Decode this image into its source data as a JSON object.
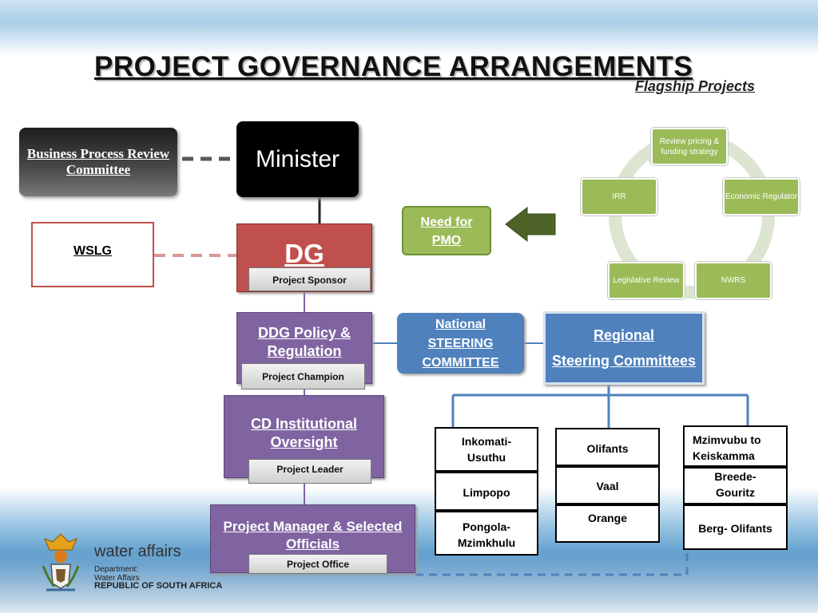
{
  "header": {
    "title": "PROJECT GOVERNANCE ARRANGEMENTS",
    "subtitle": "Flagship Projects"
  },
  "left": {
    "business_process": "Business Process Review Committee",
    "wslg": "WSLG"
  },
  "hierarchy": {
    "minister": "Minister",
    "dg": "DG",
    "dg_role": "Project Sponsor",
    "ddg_line1": "DDG Policy &",
    "ddg_line2": "Regulation",
    "ddg_role": "Project Champion",
    "cd_line1": "CD Institutional",
    "cd_line2": "Oversight",
    "cd_role": "Project Leader",
    "pm_line1": "Project Manager & Selected",
    "pm_line2": "Officials",
    "pm_role": "Project Office"
  },
  "pmo": {
    "line1": "Need for",
    "line2": "PMO"
  },
  "steering": {
    "national_line1": "National",
    "national_line2": "STEERING",
    "national_line3": "COMMITTEE",
    "regional_line1": "Regional",
    "regional_line2": "Steering Committees"
  },
  "catchments": {
    "col1": [
      "Inkomati-Usuthu",
      "Limpopo",
      "Pongola-Mzimkhulu"
    ],
    "col2": [
      "Olifants",
      "Vaal",
      "Orange"
    ],
    "col3": [
      "Mzimvubu to Keiskamma",
      "Breede-Gouritz",
      "Berg- Olifants"
    ]
  },
  "cycle": {
    "nodes": [
      "Review pricing & funding strategy",
      "Economic Regulator",
      "NWRS",
      "Legislative Review",
      "IRR"
    ]
  },
  "logo": {
    "name": "water affairs",
    "dept_line1": "Department:",
    "dept_line2": "Water Affairs",
    "country": "REPUBLIC OF SOUTH AFRICA"
  },
  "colors": {
    "black": "#000000",
    "red": "#c0504d",
    "purple": "#8064a2",
    "blue": "#4f81bd",
    "green": "#9bbb59"
  }
}
